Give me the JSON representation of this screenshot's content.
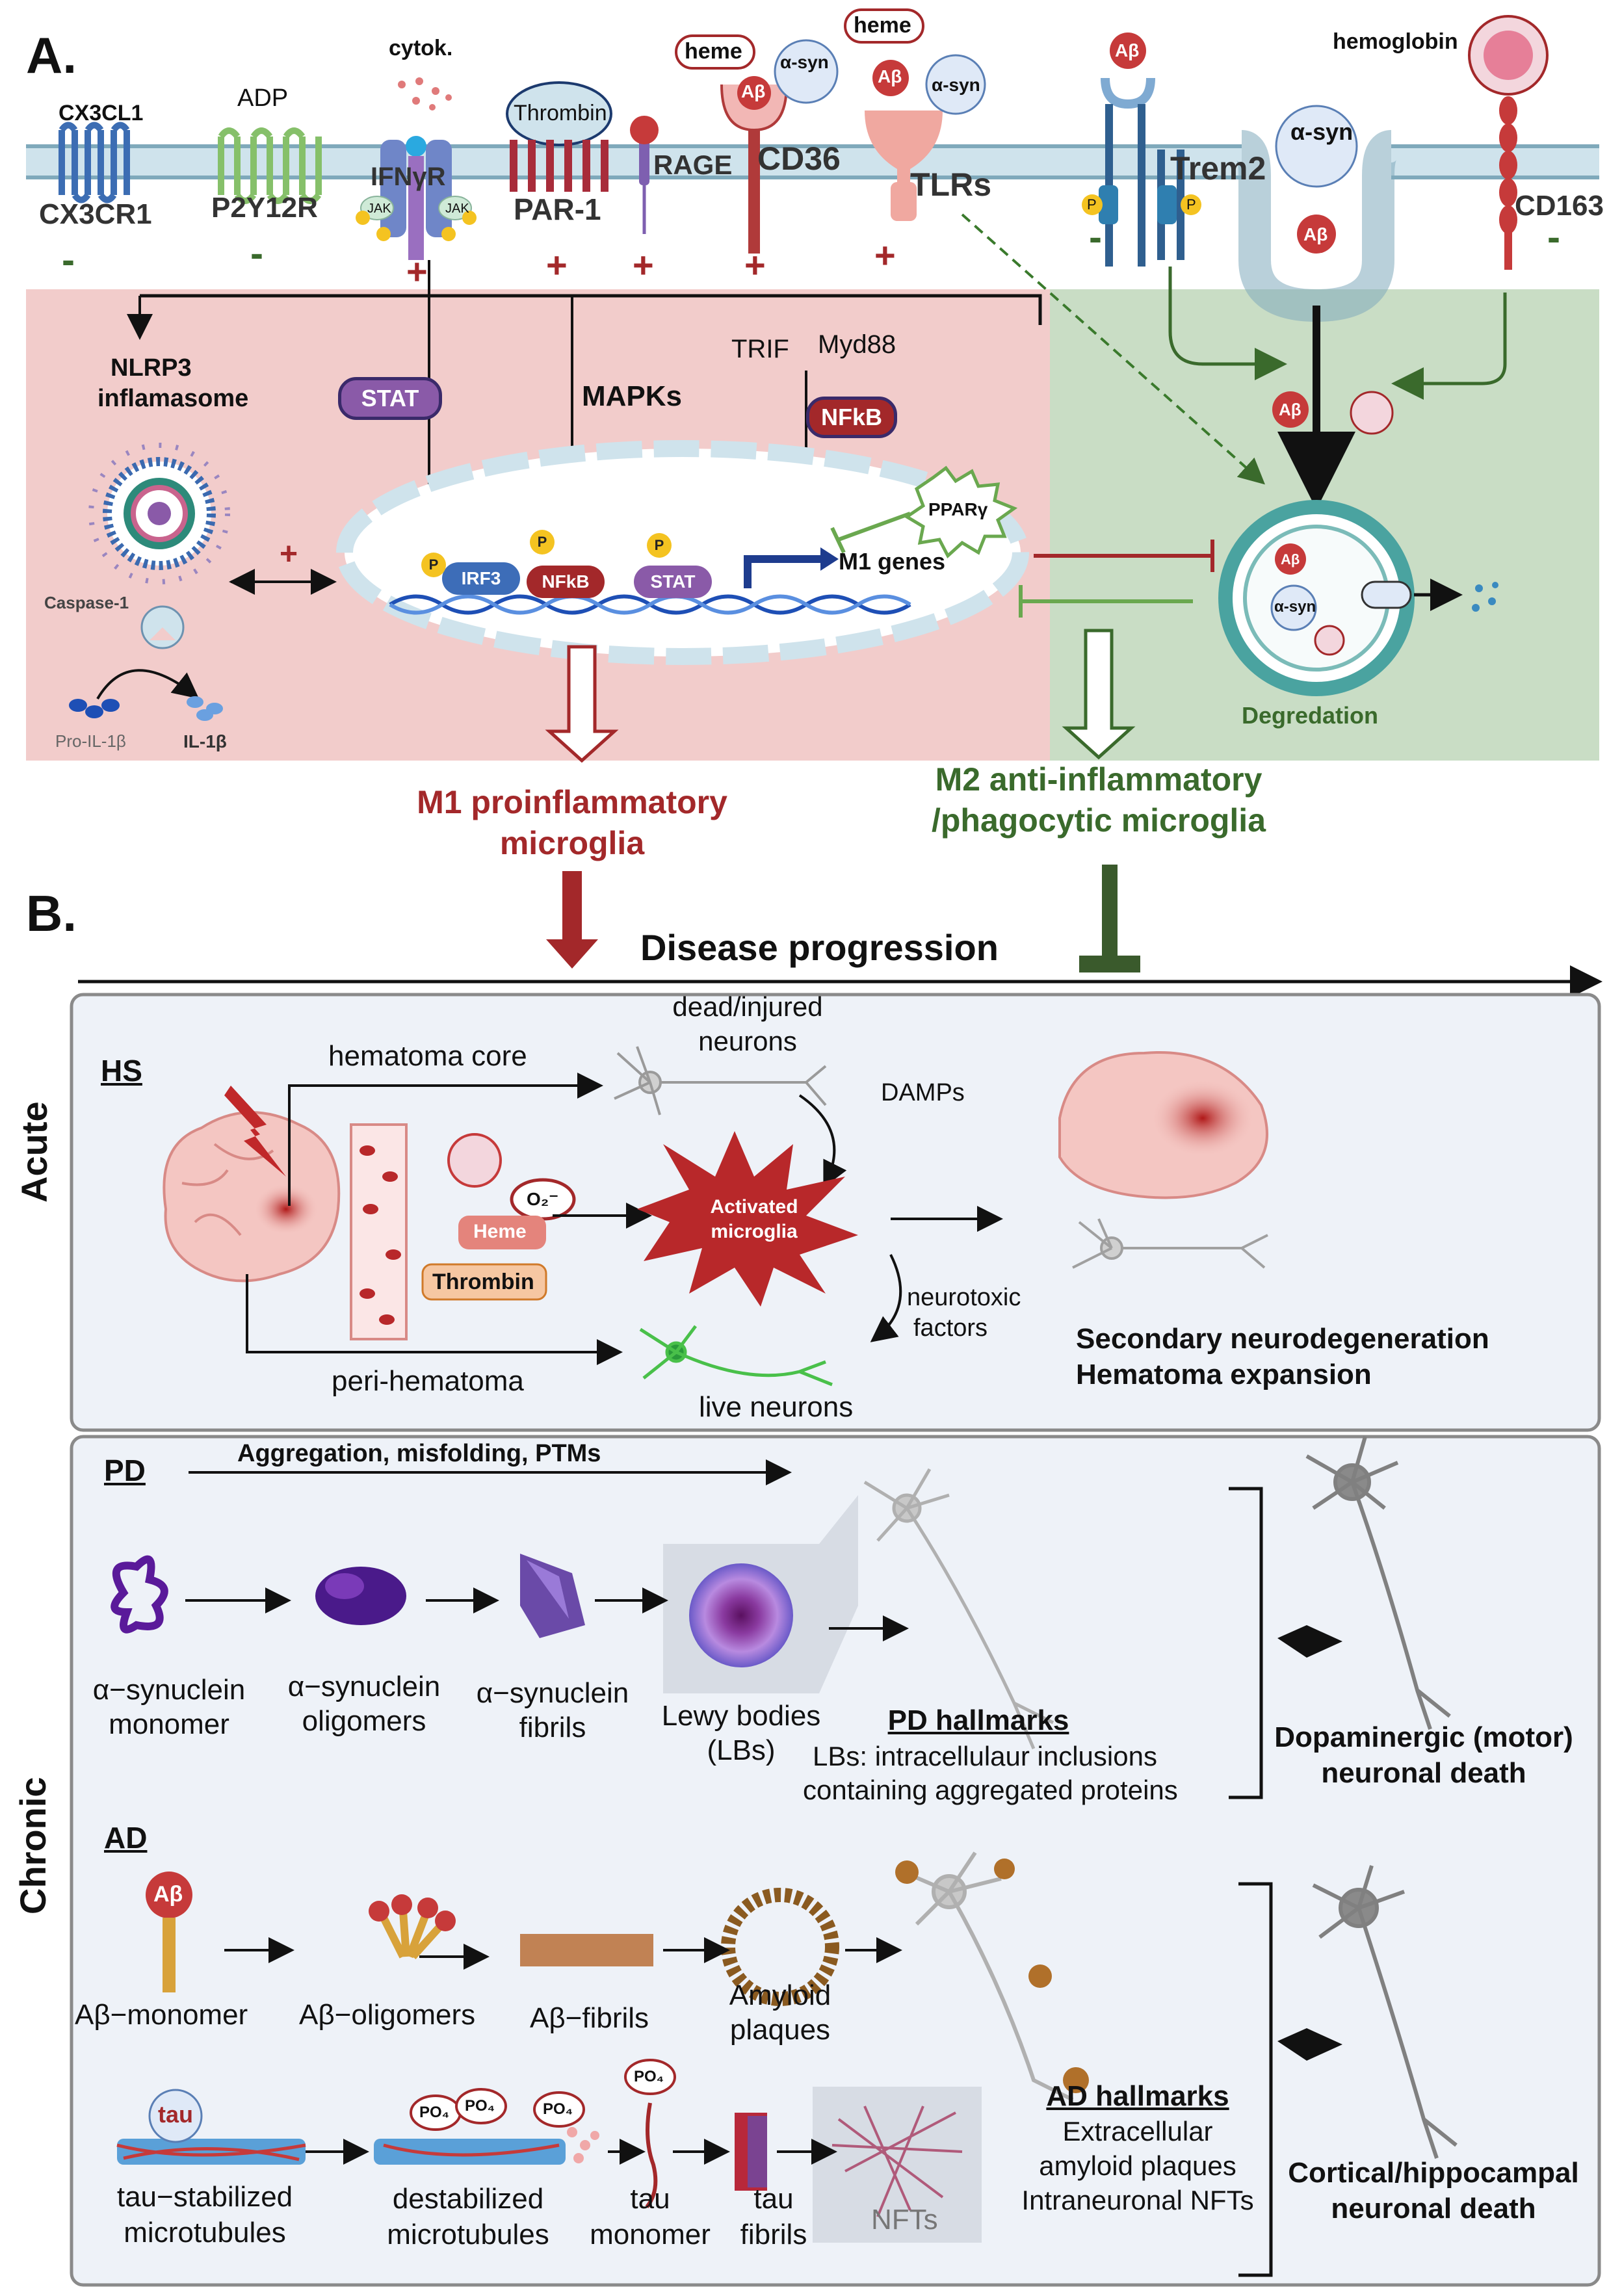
{
  "panel_a": {
    "label": "A.",
    "receptors": {
      "cx3cl1": "CX3CL1",
      "cx3cr1": "CX3CR1",
      "adp": "ADP",
      "p2y12r": "P2Y12R",
      "cytok": "cytok.",
      "ifngr": "IFNγR",
      "jak": "JAK",
      "thrombin": "Thrombin",
      "par1": "PAR-1",
      "rage": "RAGE",
      "cd36": "CD36",
      "tlrs": "TLRs",
      "trem2": "Trem2",
      "cd163": "CD163",
      "hemoglobin": "hemoglobin",
      "heme": "heme",
      "abeta": "Aβ",
      "asyn": "α-syn",
      "p": "P"
    },
    "signs": {
      "minus": "-",
      "plus": "+"
    },
    "signaling": {
      "nlrp3": "NLRP3",
      "inflamasome": "inflamasome",
      "caspase1": "Caspase-1",
      "pro_il1b": "Pro-IL-1β",
      "il1b": "IL-1β",
      "stat": "STAT",
      "mapks": "MAPKs",
      "trif": "TRIF",
      "myd88": "Myd88",
      "nfkb": "NFkB",
      "ppary": "PPARγ",
      "irf3": "IRF3",
      "m1_genes": "M1 genes",
      "degradation": "Degredation"
    },
    "outcomes": {
      "m1_line1": "M1 proinflammatory",
      "m1_line2": "microglia",
      "m2_line1": "M2 anti-inflammatory",
      "m2_line2": "/phagocytic microglia"
    }
  },
  "panel_b": {
    "label": "B.",
    "progression": "Disease progression",
    "acute": {
      "side_label": "Acute",
      "title": "HS",
      "hematoma_core": "hematoma core",
      "dead_neurons_1": "dead/injured",
      "dead_neurons_2": "neurons",
      "damps": "DAMPs",
      "o2": "O₂⁻",
      "heme": "Heme",
      "thrombin": "Thrombin",
      "activated_1": "Activated",
      "activated_2": "microglia",
      "neurotoxic_1": "neurotoxic",
      "neurotoxic_2": "factors",
      "peri": "peri-hematoma",
      "live": "live neurons",
      "out_1": "Secondary neurodegeneration",
      "out_2": "Hematoma expansion"
    },
    "chronic": {
      "side_label": "Chronic",
      "pd": {
        "title": "PD",
        "aggregation": "Aggregation, misfolding, PTMs",
        "monomer_1": "α−synuclein",
        "monomer_2": "monomer",
        "oligomers_1": "α−synuclein",
        "oligomers_2": "oligomers",
        "fibrils_1": "α−synuclein",
        "fibrils_2": "fibrils",
        "lewy_1": "Lewy bodies",
        "lewy_2": "(LBs)",
        "hallmarks": "PD hallmarks",
        "hallmarks_1": "LBs: intracellulaur inclusions",
        "hallmarks_2": "containing aggregated proteins",
        "death_1": "Dopaminergic (motor)",
        "death_2": "neuronal death"
      },
      "ad": {
        "title": "AD",
        "abeta": "Aβ",
        "monomer": "Aβ−monomer",
        "oligomers": "Aβ−oligomers",
        "fibrils": "Aβ−fibrils",
        "plaques_1": "Amyloid",
        "plaques_2": "plaques",
        "tau": "tau",
        "po4": "PO₄",
        "tau_stab_1": "tau−stabilized",
        "tau_stab_2": "microtubules",
        "destab_1": "destabilized",
        "destab_2": "microtubules",
        "tau_mono_1": "tau",
        "tau_mono_2": "monomer",
        "tau_fib_1": "tau",
        "tau_fib_2": "fibrils",
        "nfts": "NFTs",
        "hallmarks": "AD hallmarks",
        "hallmarks_1": "Extracellular",
        "hallmarks_2": "amyloid plaques",
        "hallmarks_3": "Intraneuronal NFTs",
        "death_1": "Cortical/hippocampal",
        "death_2": "neuronal death"
      }
    }
  },
  "colors": {
    "m1_red": "#a3282a",
    "m2_green": "#3a6a2c",
    "pink_panel": "#f2cccb",
    "green_panel": "#c9ddc5",
    "box_fill": "#eef2f8",
    "purple_pill": "#8a5aa8",
    "abeta_red": "#c63a3a"
  }
}
